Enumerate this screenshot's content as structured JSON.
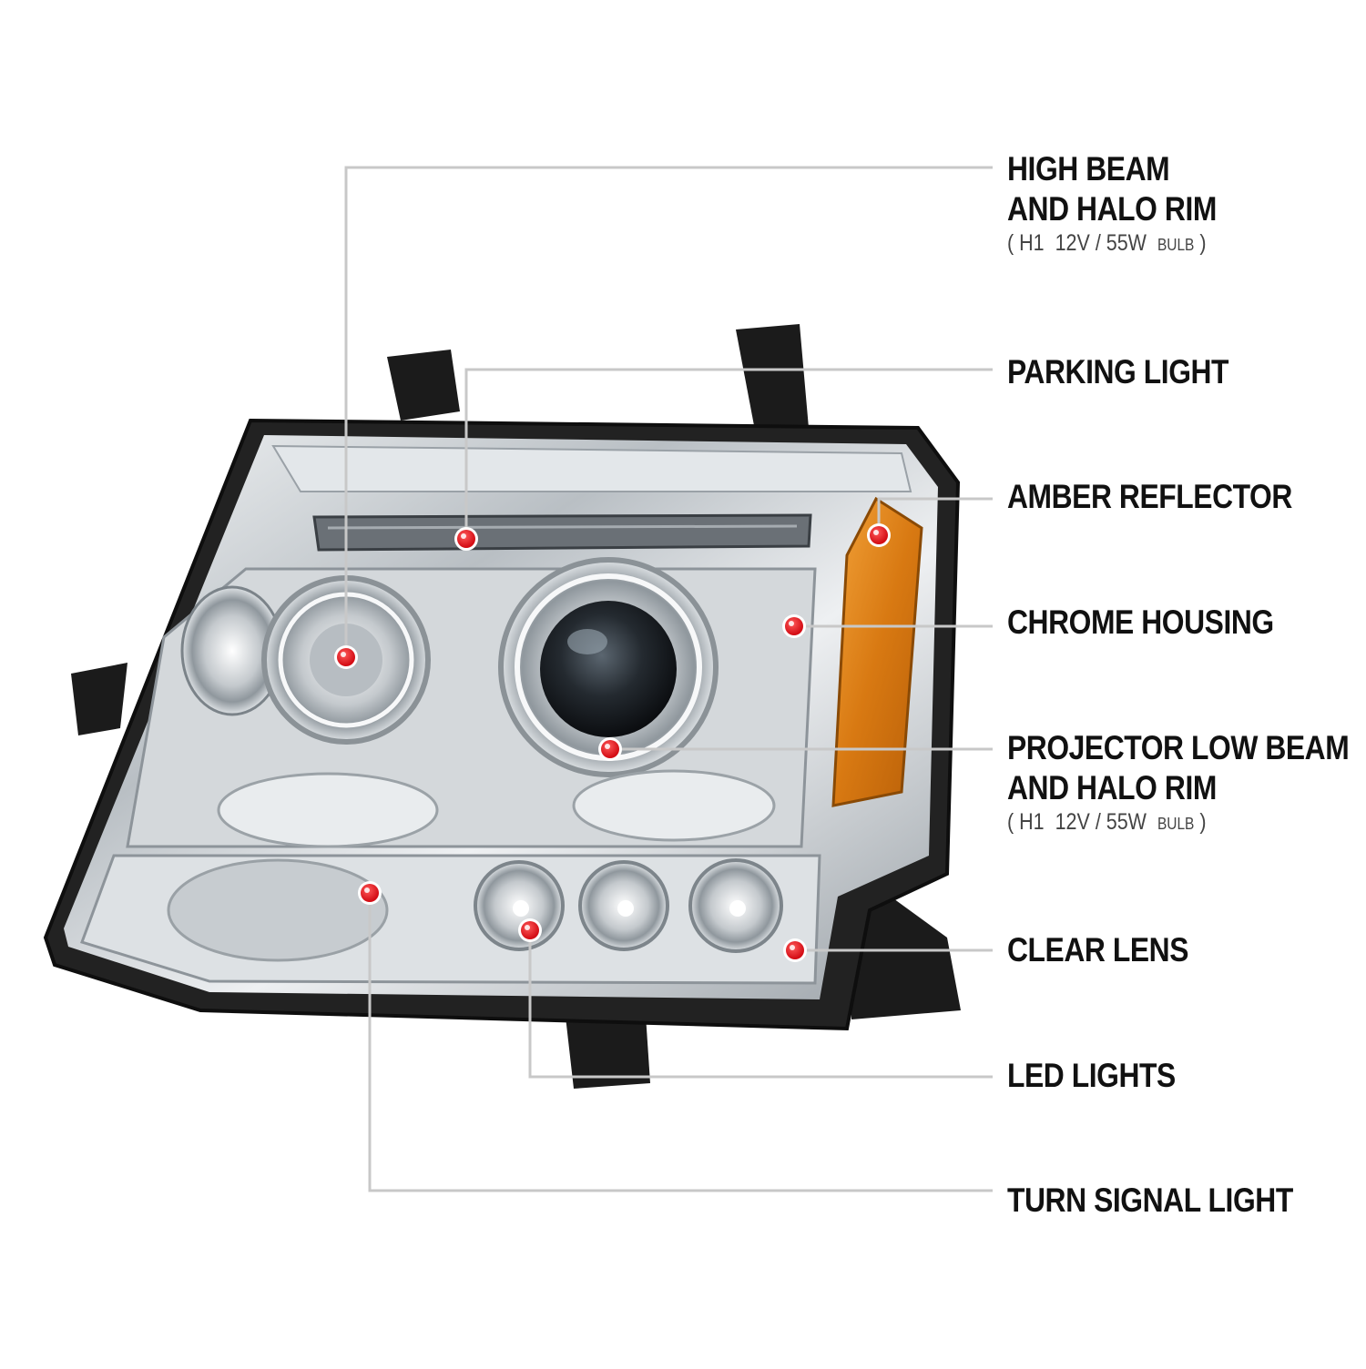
{
  "callouts": [
    {
      "id": "high-beam",
      "lines": [
        "HIGH BEAM",
        "AND HALO RIM"
      ],
      "spec": {
        "open": "(",
        "bulb": "H1",
        "rating": "12V / 55W",
        "unit": "BULB",
        "close": ")"
      }
    },
    {
      "id": "parking-light",
      "lines": [
        "PARKING LIGHT"
      ]
    },
    {
      "id": "amber-reflector",
      "lines": [
        "AMBER REFLECTOR"
      ]
    },
    {
      "id": "chrome-housing",
      "lines": [
        "CHROME HOUSING"
      ]
    },
    {
      "id": "projector-low-beam",
      "lines": [
        "PROJECTOR LOW BEAM",
        "AND HALO RIM"
      ],
      "spec": {
        "open": "(",
        "bulb": "H1",
        "rating": "12V / 55W",
        "unit": "BULB",
        "close": ")"
      }
    },
    {
      "id": "clear-lens",
      "lines": [
        "CLEAR LENS"
      ]
    },
    {
      "id": "led-lights",
      "lines": [
        "LED LIGHTS"
      ]
    },
    {
      "id": "turn-signal-light",
      "lines": [
        "TURN SIGNAL LIGHT"
      ]
    }
  ],
  "colors": {
    "leader_line": "#c8c8c8",
    "marker": "#e8141c",
    "marker_ring": "#ffffff",
    "chrome": "#cfd3d6",
    "amber": "#e08a1a",
    "housing_dark": "#1a1a1a"
  },
  "icons": [
    "headlight-assembly-illustration",
    "callout-marker-dot"
  ]
}
